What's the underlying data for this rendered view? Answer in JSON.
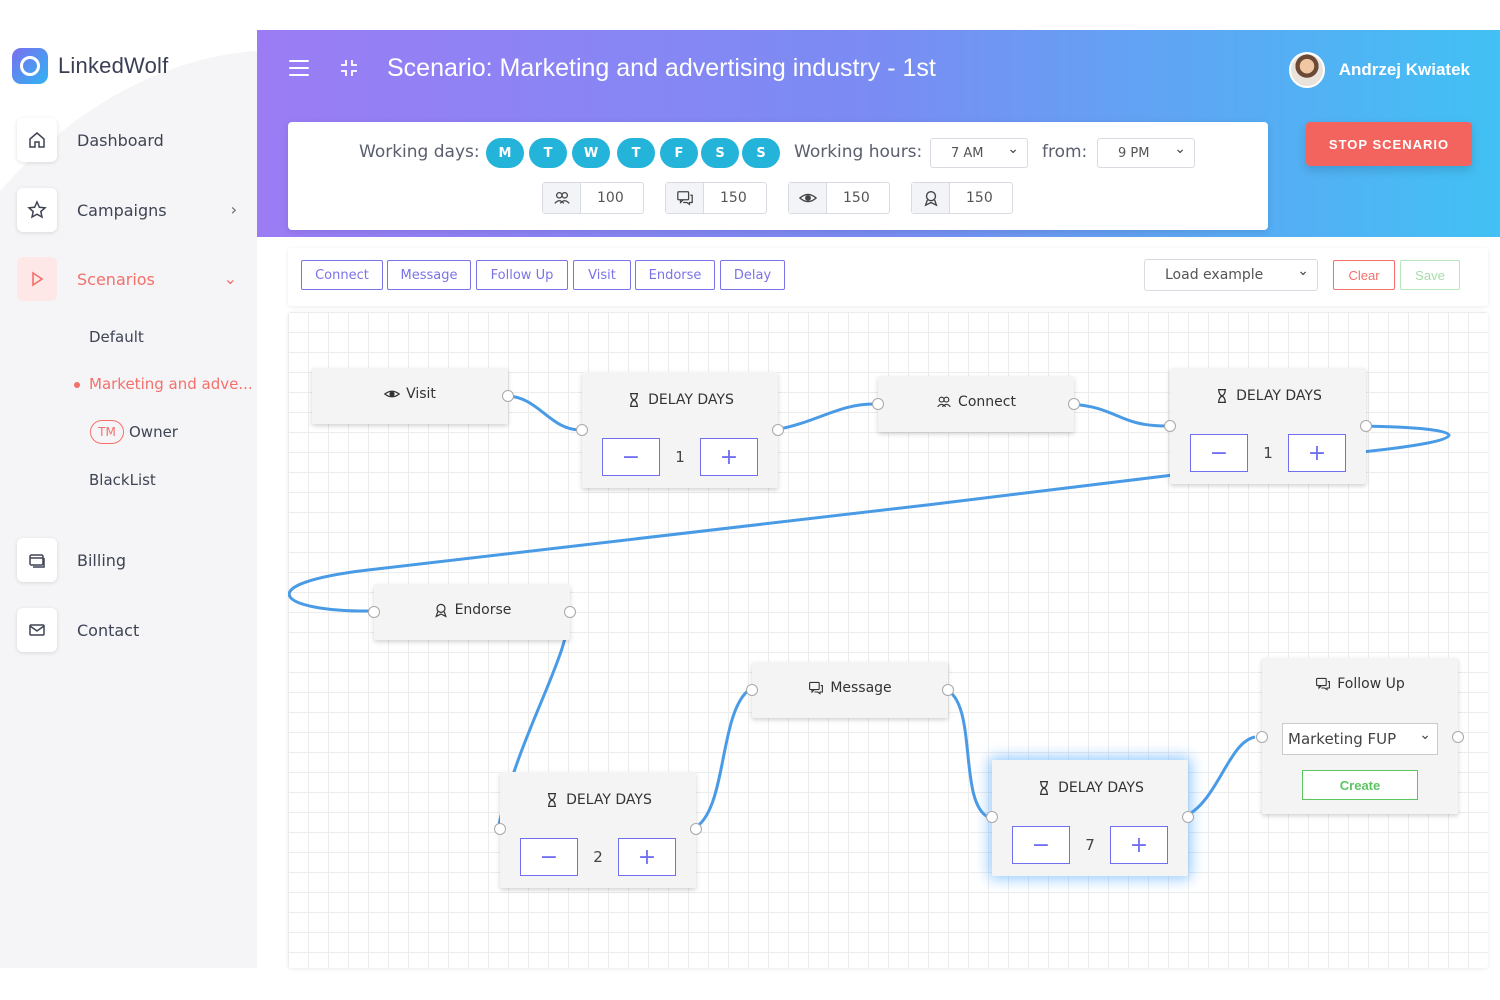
{
  "app": {
    "name": "LinkedWolf"
  },
  "sidebar": {
    "items": [
      {
        "label": "Dashboard",
        "icon": "home-icon"
      },
      {
        "label": "Campaigns",
        "icon": "star-icon"
      },
      {
        "label": "Scenarios",
        "icon": "play-icon",
        "active": true
      },
      {
        "label": "Billing",
        "icon": "card-icon"
      },
      {
        "label": "Contact",
        "icon": "mail-icon"
      }
    ],
    "sub_items": {
      "default": "Default",
      "marketing": "Marketing and adve...",
      "tm_badge": "TM",
      "owner": "Owner",
      "blacklist": "BlackList"
    }
  },
  "header": {
    "title": "Scenario: Marketing and advertising industry - 1st",
    "user_name": "Andrzej Kwiatek",
    "stop_label": "STOP SCENARIO"
  },
  "settings": {
    "working_days_label": "Working days:",
    "days": [
      "M",
      "T",
      "W",
      "T",
      "F",
      "S",
      "S"
    ],
    "working_hours_label": "Working hours:",
    "hours_start": "7 AM",
    "from_label": "from:",
    "hours_end": "9 PM",
    "limits": [
      {
        "icon": "users-icon",
        "value": "100"
      },
      {
        "icon": "chat-icon",
        "value": "150"
      },
      {
        "icon": "eye-icon",
        "value": "150"
      },
      {
        "icon": "badge-icon",
        "value": "150"
      }
    ]
  },
  "toolbar": {
    "buttons": [
      "Connect",
      "Message",
      "Follow Up",
      "Visit",
      "Endorse",
      "Delay"
    ],
    "load_example": "Load example",
    "clear": "Clear",
    "save": "Save"
  },
  "nodes": {
    "visit": {
      "title": "Visit"
    },
    "delay1": {
      "title": "DELAY DAYS",
      "value": "1"
    },
    "connect": {
      "title": "Connect"
    },
    "delay2": {
      "title": "DELAY DAYS",
      "value": "1"
    },
    "endorse": {
      "title": "Endorse"
    },
    "delay3": {
      "title": "DELAY DAYS",
      "value": "2"
    },
    "message": {
      "title": "Message"
    },
    "delay4": {
      "title": "DELAY DAYS",
      "value": "7"
    },
    "followup": {
      "title": "Follow Up",
      "template": "Marketing FUP",
      "create_label": "Create"
    }
  },
  "colors": {
    "accent": "#7b73e8",
    "danger": "#f3645f",
    "day_pill": "#24b3d9",
    "wire": "#4a9be6",
    "success": "#5cc562"
  }
}
